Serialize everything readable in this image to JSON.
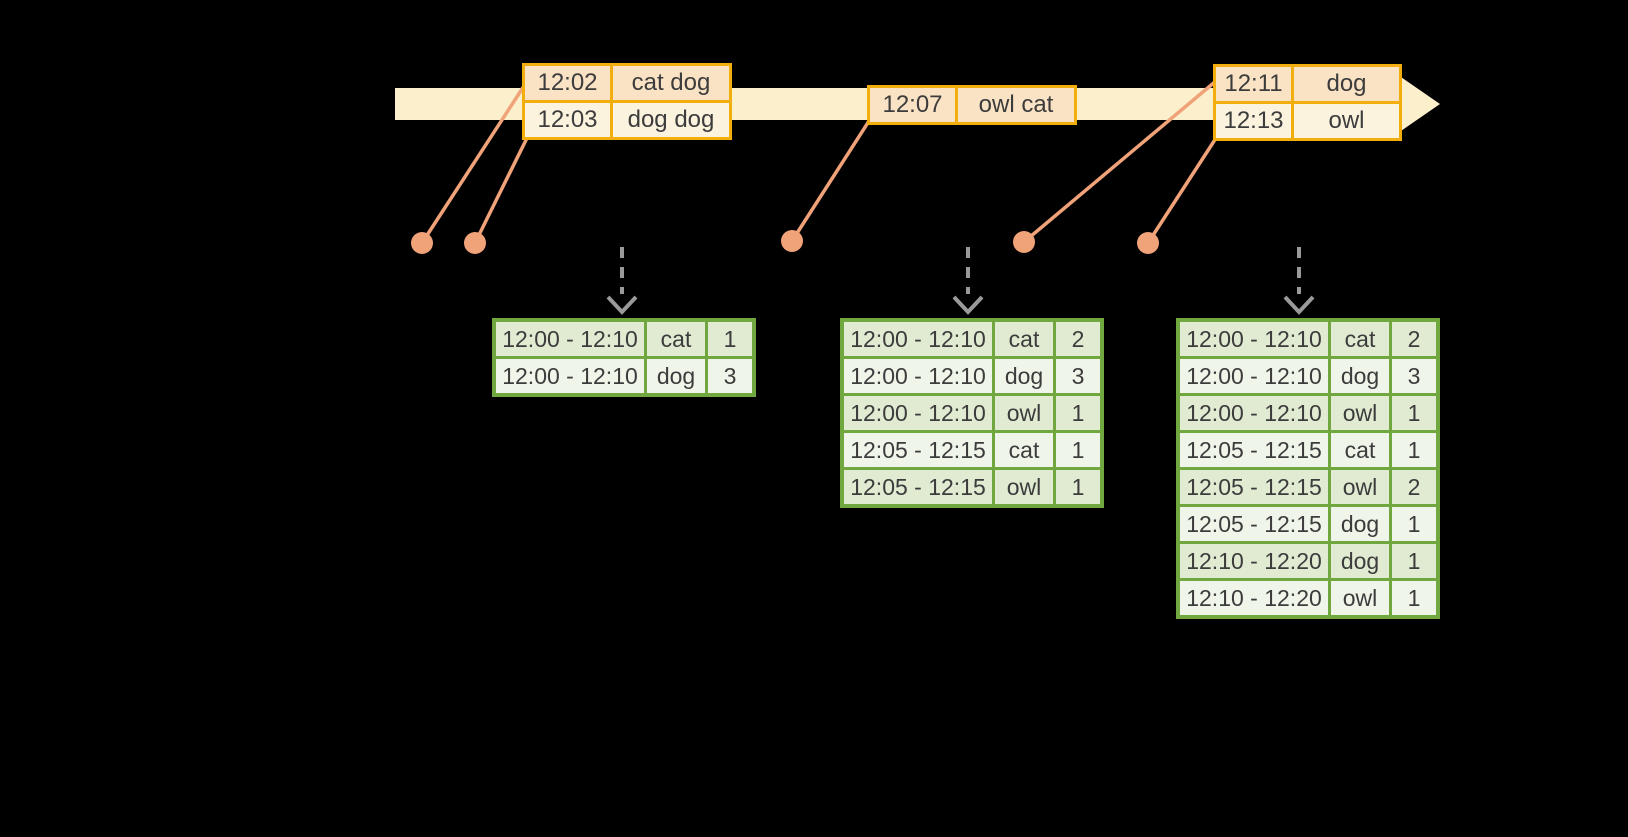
{
  "event_tables": [
    {
      "rows": [
        {
          "time": "12:02",
          "words": "cat dog"
        },
        {
          "time": "12:03",
          "words": "dog dog"
        }
      ]
    },
    {
      "rows": [
        {
          "time": "12:07",
          "words": "owl cat"
        }
      ]
    },
    {
      "rows": [
        {
          "time": "12:11",
          "words": "dog"
        },
        {
          "time": "12:13",
          "words": "owl"
        }
      ]
    }
  ],
  "result_tables": [
    {
      "rows": [
        {
          "window": "12:00 - 12:10",
          "word": "cat",
          "count": "1"
        },
        {
          "window": "12:00 - 12:10",
          "word": "dog",
          "count": "3"
        }
      ]
    },
    {
      "rows": [
        {
          "window": "12:00 - 12:10",
          "word": "cat",
          "count": "2"
        },
        {
          "window": "12:00 - 12:10",
          "word": "dog",
          "count": "3"
        },
        {
          "window": "12:00 - 12:10",
          "word": "owl",
          "count": "1"
        },
        {
          "window": "12:05 - 12:15",
          "word": "cat",
          "count": "1"
        },
        {
          "window": "12:05 - 12:15",
          "word": "owl",
          "count": "1"
        }
      ]
    },
    {
      "rows": [
        {
          "window": "12:00 - 12:10",
          "word": "cat",
          "count": "2"
        },
        {
          "window": "12:00 - 12:10",
          "word": "dog",
          "count": "3"
        },
        {
          "window": "12:00 - 12:10",
          "word": "owl",
          "count": "1"
        },
        {
          "window": "12:05 - 12:15",
          "word": "cat",
          "count": "1"
        },
        {
          "window": "12:05 - 12:15",
          "word": "owl",
          "count": "2"
        },
        {
          "window": "12:05 - 12:15",
          "word": "dog",
          "count": "1"
        },
        {
          "window": "12:10 - 12:20",
          "word": "dog",
          "count": "1"
        },
        {
          "window": "12:10 - 12:20",
          "word": "owl",
          "count": "1"
        }
      ]
    }
  ],
  "icons": {
    "timeline_arrowhead": "right-arrowhead",
    "event_marker": "filled-dot",
    "flow_arrow": "dashed-down-arrow"
  },
  "colors": {
    "background": "#000000",
    "timeline_fill": "#FCF0CC",
    "event_table_border": "#F2AE0D",
    "event_row_peach": "#FAE3C5",
    "event_row_cream": "#FCF3DF",
    "connector_salmon": "#F0A279",
    "result_table_border": "#70A83F",
    "result_row_green": "#E0EBD2",
    "result_row_light": "#F0F5EA",
    "flow_arrow_gray": "#9A9A9A",
    "text": "#3C3C3C"
  }
}
